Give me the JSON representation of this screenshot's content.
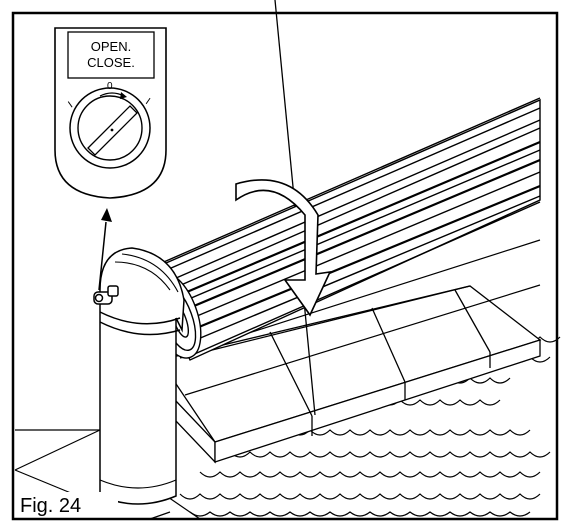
{
  "panel": {
    "line1": "OPEN.",
    "line2": "CLOSE."
  },
  "key_switch": {
    "mark_left": "I",
    "mark_top": "0",
    "mark_right": "I"
  },
  "caption": "Fig. 24"
}
